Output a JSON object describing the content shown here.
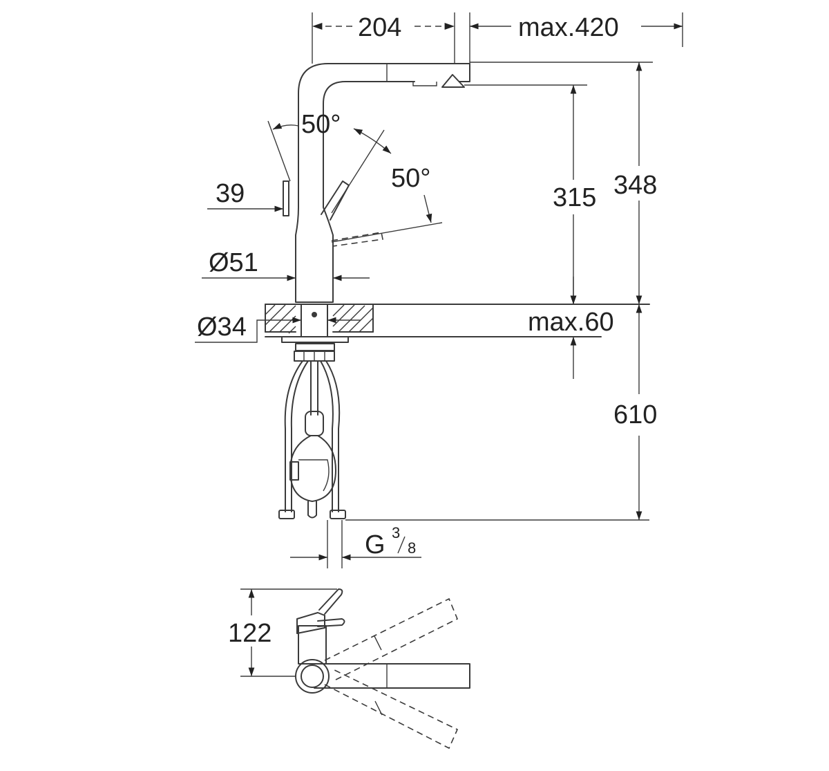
{
  "diagram": {
    "dimensions": {
      "spout_reach": "204",
      "pullout_max": "max.420",
      "swivel_angle_left": "50°",
      "swivel_angle_right": "50°",
      "lever_width": "39",
      "spout_height": "315",
      "total_height": "348",
      "body_diameter": "Ø51",
      "hole_diameter": "Ø34",
      "deck_thickness": "max.60",
      "hose_length": "610",
      "connection_prefix": "G",
      "connection_numerator": "3",
      "connection_denominator": "8",
      "plan_offset": "122"
    },
    "colors": {
      "line": "#3a3a3a",
      "text": "#222222",
      "background": "#ffffff"
    }
  }
}
